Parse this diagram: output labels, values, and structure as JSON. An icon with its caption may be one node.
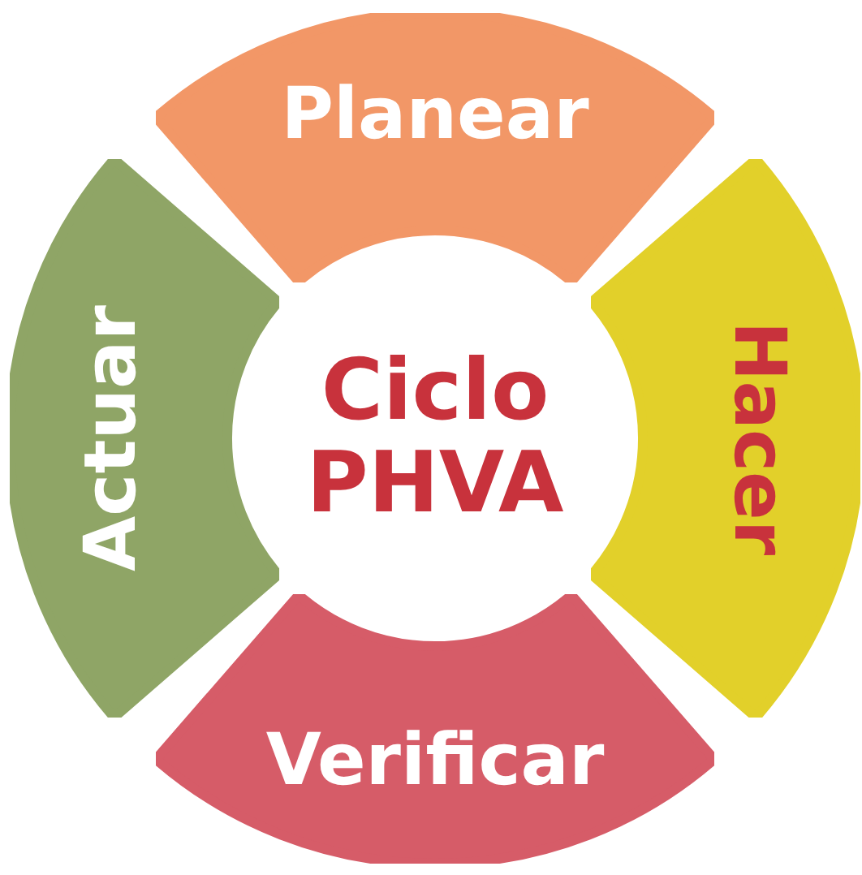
{
  "diagram": {
    "nodes": [
      {
        "text": [
          "Planear"
        ]
      },
      {
        "text": [
          "Actuar"
        ]
      },
      {
        "text": [
          "Ciclo PHVA"
        ]
      },
      {
        "text": [
          "Hacer"
        ]
      },
      {
        "text": [
          "Verificar"
        ]
      }
    ]
  }
}
